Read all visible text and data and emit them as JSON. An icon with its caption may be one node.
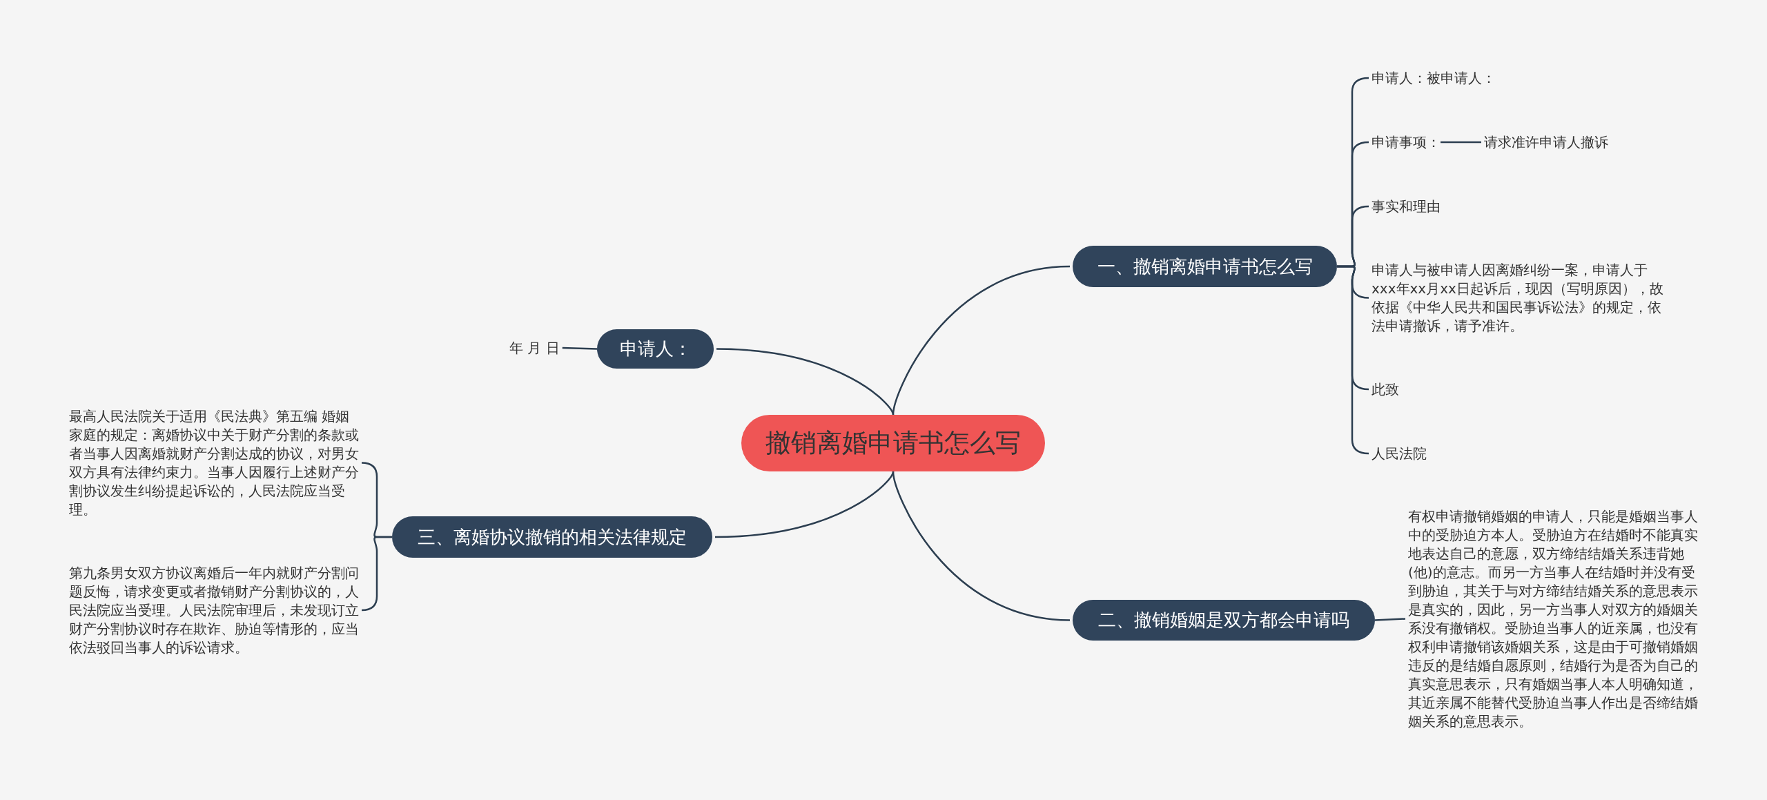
{
  "diagram": {
    "nodes": [
      {
        "text": [
          "撤销离婚申请书怎么写"
        ]
      },
      {
        "text": [
          "一、撤销离婚申请书怎么写"
        ]
      },
      {
        "text": [
          "申请人：被申请人："
        ]
      },
      {
        "text": [
          "申请事项："
        ]
      },
      {
        "text": [
          "事实和理由"
        ]
      },
      {
        "text": [
          "申请人与被申请人因离婚纠纷一案，申请人于xxx年xx月xx日起诉后，现因（写明原因），故依据《中华人民共和国民事诉讼法》的规定，依法申请撤诉，请予准许。"
        ]
      },
      {
        "text": [
          "此致"
        ]
      },
      {
        "text": [
          "人民法院"
        ]
      },
      {
        "text": [
          "请求准许申请人撤诉"
        ]
      },
      {
        "text": [
          "二、撤销婚姻是双方都会申请吗"
        ]
      },
      {
        "text": [
          "有权申请撤销婚姻的申请人，只能是婚姻当事人中的受胁迫方本人。受胁迫方在结婚时不能真实地表达自己的意愿，双方缔结结婚关系违背她(他)的意志。而另一方当事人在结婚时并没有受到胁迫，其关于与对方缔结结婚关系的意思表示是真实的，因此，另一方当事人对双方的婚姻关系没有撤销权。受胁迫当事人的近亲属，也没有权利申请撤销该婚姻关系，这是由于可撤销婚姻违反的是结婚自愿原则，结婚行为是否为自己的真实意思表示，只有婚姻当事人本人明确知道，其近亲属不能替代受胁迫当事人作出是否缔结婚姻关系的意思表示。"
        ]
      },
      {
        "text": [
          "申请人："
        ]
      },
      {
        "text": [
          "年 月 日"
        ]
      },
      {
        "text": [
          "三、离婚协议撤销的相关法律规定"
        ]
      },
      {
        "text": [
          "最高人民法院关于适用《民法典》第五编 婚姻家庭的规定：离婚协议中关于财产分割的条款或者当事人因离婚就财产分割达成的协议，对男女双方具有法律约束力。当事人因履行上述财产分割协议发生纠纷提起诉讼的，人民法院应当受理。"
        ]
      },
      {
        "text": [
          "第九条男女双方协议离婚后一年内就财产分割问题反悔，请求变更或者撤销财产分割协议的，人民法院应当受理。人民法院审理后，未发现订立财产分割协议时存在欺诈、胁迫等情形的，应当依法驳回当事人的诉讼请求。"
        ]
      }
    ],
    "edges": [
      {
        "from": 0,
        "to": 1,
        "arrow": "none"
      },
      {
        "from": 1,
        "to": 2,
        "arrow": "none"
      },
      {
        "from": 1,
        "to": 3,
        "arrow": "none"
      },
      {
        "from": 1,
        "to": 4,
        "arrow": "none"
      },
      {
        "from": 1,
        "to": 5,
        "arrow": "none"
      },
      {
        "from": 1,
        "to": 6,
        "arrow": "none"
      },
      {
        "from": 1,
        "to": 7,
        "arrow": "none"
      },
      {
        "from": 3,
        "to": 8,
        "arrow": "none"
      },
      {
        "from": 0,
        "to": 9,
        "arrow": "none"
      },
      {
        "from": 9,
        "to": 10,
        "arrow": "none"
      },
      {
        "from": 0,
        "to": 11,
        "arrow": "none"
      },
      {
        "from": 11,
        "to": 12,
        "arrow": "none"
      },
      {
        "from": 0,
        "to": 13,
        "arrow": "none"
      },
      {
        "from": 13,
        "to": 14,
        "arrow": "none"
      },
      {
        "from": 13,
        "to": 15,
        "arrow": "none"
      }
    ]
  }
}
